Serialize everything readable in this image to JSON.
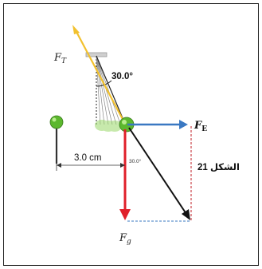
{
  "figure": {
    "label_tension": "F",
    "label_tension_sub": "T",
    "label_angle": "30.0°",
    "label_electric": "F",
    "label_electric_sub": "E",
    "label_gravity": "F",
    "label_gravity_sub": "g",
    "label_distance": "3.0 cm",
    "label_small_angle": "30.0°",
    "label_caption": "الشكل 21"
  },
  "colors": {
    "tension_arrow": "#f2c12e",
    "electric_arrow": "#3a78c2",
    "gravity_arrow": "#e0202a",
    "resultant_arrow": "#111111",
    "sphere": "#5cb82e",
    "dashed_guides": "#c0202a",
    "dashed_base": "#3a78c2"
  }
}
